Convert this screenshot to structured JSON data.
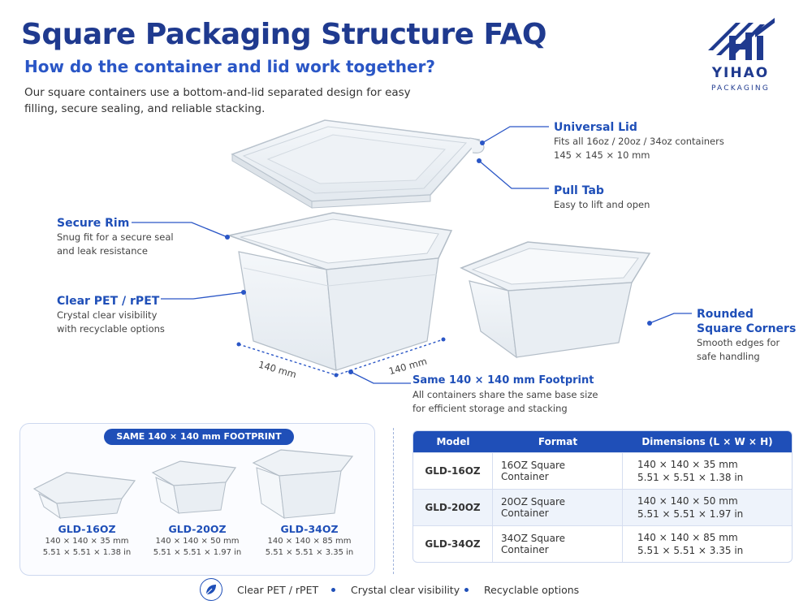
{
  "header": {
    "title": "Square Packaging Structure FAQ",
    "subtitle": "How do the container and lid work together?",
    "intro": "Our square containers use a bottom-and-lid separated design for easy filling, secure sealing, and reliable stacking."
  },
  "logo": {
    "name": "YIHAO",
    "sub": "PACKAGING"
  },
  "callouts": {
    "universal_lid": {
      "title": "Universal Lid",
      "line1": "Fits all 16oz / 20oz / 34oz containers",
      "line2": "145 × 145 × 10 mm"
    },
    "pull_tab": {
      "title": "Pull Tab",
      "line1": "Easy to lift and open"
    },
    "secure_rim": {
      "title": "Secure Rim",
      "line1": "Snug fit for a secure seal",
      "line2": "and leak resistance"
    },
    "clear_pet": {
      "title": "Clear PET / rPET",
      "line1": "Crystal clear visibility",
      "line2": "with recyclable options"
    },
    "rounded": {
      "title1": "Rounded",
      "title2": "Square Corners",
      "line1": "Smooth edges for",
      "line2": "safe handling"
    },
    "footprint": {
      "title": "Same 140 × 140 mm Footprint",
      "line1": "All containers share the same base size",
      "line2": "for efficient storage and stacking"
    }
  },
  "dims": {
    "left": "140 mm",
    "right": "140 mm"
  },
  "panel": {
    "badge": "SAME 140 × 140 mm FOOTPRINT",
    "items": [
      {
        "model": "GLD-16OZ",
        "mm": "140 × 140 × 35 mm",
        "in": "5.51 × 5.51 × 1.38 in"
      },
      {
        "model": "GLD-20OZ",
        "mm": "140 × 140 × 50 mm",
        "in": "5.51 × 5.51 × 1.97 in"
      },
      {
        "model": "GLD-34OZ",
        "mm": "140 × 140 × 85 mm",
        "in": "5.51 × 5.51 × 3.35 in"
      }
    ]
  },
  "table": {
    "headers": [
      "Model",
      "Format",
      "Dimensions (L × W × H)"
    ],
    "rows": [
      {
        "model": "GLD-16OZ",
        "format": "16OZ Square Container",
        "mm": "140 × 140 × 35 mm",
        "in": "5.51 × 5.51 × 1.38 in"
      },
      {
        "model": "GLD-20OZ",
        "format": "20OZ Square Container",
        "mm": "140 × 140 × 50 mm",
        "in": "5.51 × 5.51 × 1.97 in"
      },
      {
        "model": "GLD-34OZ",
        "format": "34OZ Square Container",
        "mm": "140 × 140 × 85 mm",
        "in": "5.51 × 5.51 × 3.35 in"
      }
    ]
  },
  "footer": {
    "items": [
      "Clear PET / rPET",
      "Crystal clear visibility",
      "Recyclable options"
    ]
  },
  "colors": {
    "brand": "#1f3a8f",
    "accent": "#1f4fb8",
    "plastic": "#c9d3dc"
  },
  "icons": {
    "logo": "yihao-logo-icon",
    "leaf": "leaf-icon"
  }
}
